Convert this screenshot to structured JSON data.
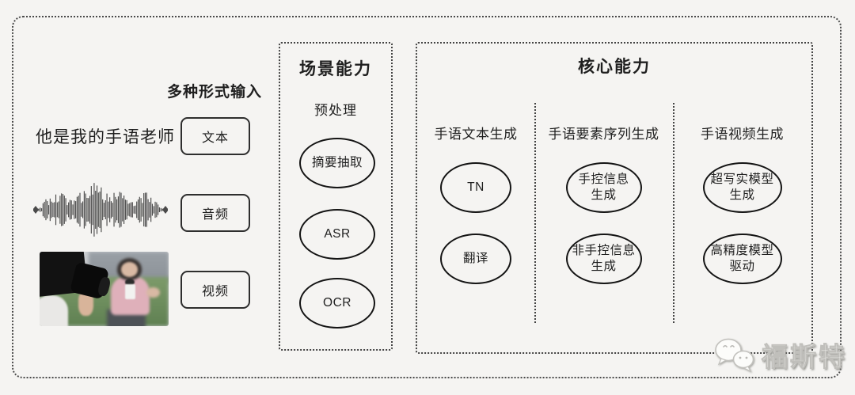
{
  "colors": {
    "background": "#f5f4f2",
    "ink": "#1f1f1f",
    "dotted_border": "#4a4a4a",
    "node_border": "#141414",
    "watermark_text_color": "#fcfcfa"
  },
  "inputs": {
    "label": "多种形式输入",
    "sentence": "他是我的手语老师",
    "waveform_icon": "audio-waveform-icon",
    "video_thumbnail": "reporter-filmed-by-cameraman-photo",
    "items": [
      {
        "label": "文本"
      },
      {
        "label": "音频"
      },
      {
        "label": "视频"
      }
    ]
  },
  "scene": {
    "title": "场景能力",
    "subtitle": "预处理",
    "nodes": [
      {
        "label": "摘要抽取"
      },
      {
        "label": "ASR"
      },
      {
        "label": "OCR"
      }
    ]
  },
  "core": {
    "title": "核心能力",
    "columns": [
      {
        "title": "手语文本生成",
        "nodes": [
          {
            "label": "TN"
          },
          {
            "label": "翻译"
          }
        ]
      },
      {
        "title": "手语要素序列生成",
        "nodes": [
          {
            "label": "手控信息\n生成"
          },
          {
            "label": "非手控信息\n生成"
          }
        ]
      },
      {
        "title": "手语视频生成",
        "nodes": [
          {
            "label": "超写实模型\n生成"
          },
          {
            "label": "高精度模型\n驱动"
          }
        ]
      }
    ]
  },
  "watermark": {
    "icon": "wechat-bubbles-icon",
    "text": "福斯特"
  }
}
